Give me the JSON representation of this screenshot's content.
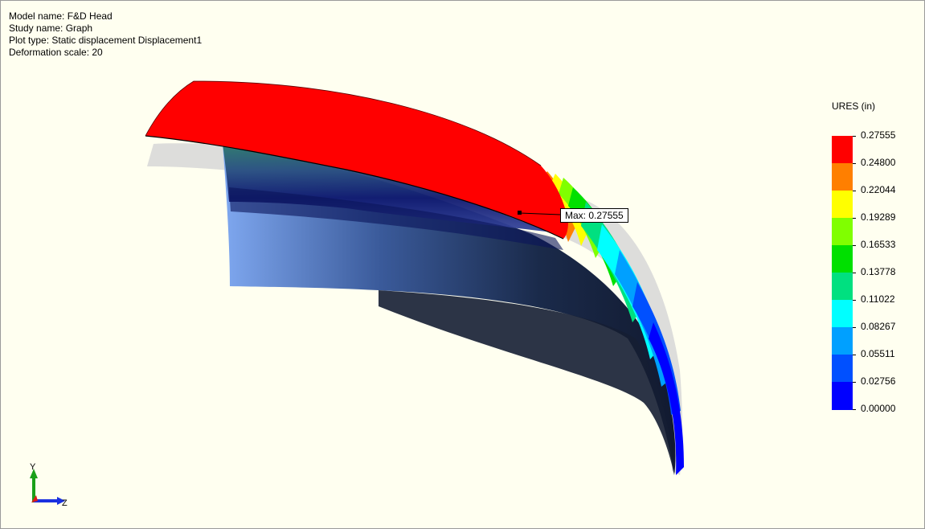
{
  "info": {
    "model_name": "Model name: F&D Head",
    "study_name": "Study name: Graph",
    "plot_type": "Plot type: Static displacement Displacement1",
    "deformation_scale": "Deformation scale: 20"
  },
  "legend": {
    "title": "URES (in)",
    "ticks": [
      "0.27555",
      "0.24800",
      "0.22044",
      "0.19289",
      "0.16533",
      "0.13778",
      "0.11022",
      "0.08267",
      "0.05511",
      "0.02756",
      "0.00000"
    ],
    "colors": [
      "#ff0000",
      "#ff7f00",
      "#ffff00",
      "#80ff00",
      "#00e000",
      "#00e080",
      "#00ffff",
      "#00a0ff",
      "#0050ff",
      "#0000ff"
    ]
  },
  "callout": {
    "label": "Max: 0.27555"
  },
  "triad": {
    "y": "Y",
    "z": "Z"
  }
}
